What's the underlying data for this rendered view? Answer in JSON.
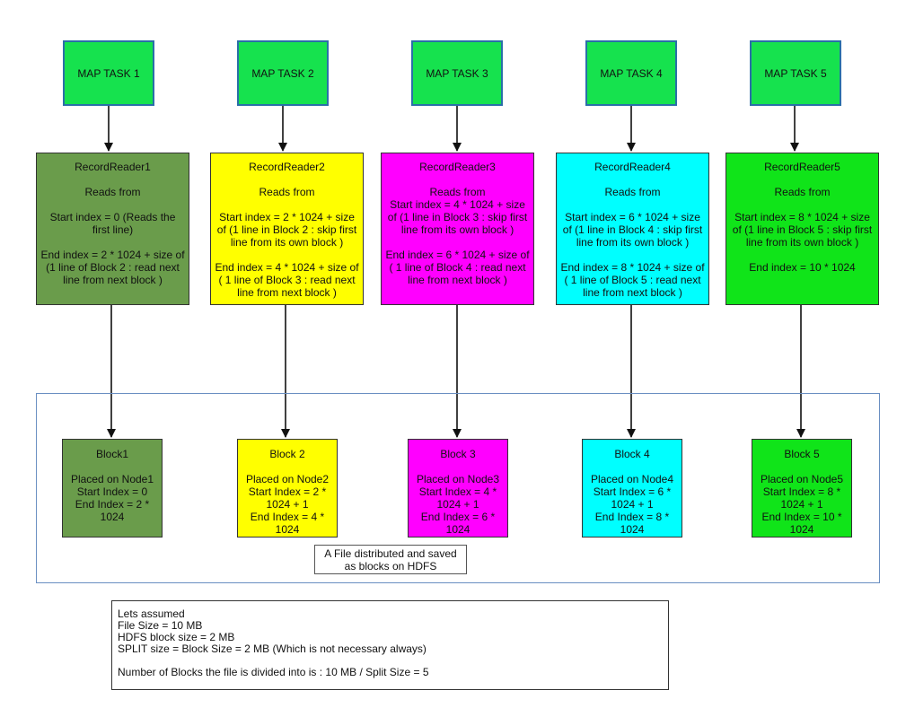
{
  "colors": {
    "map": "#16e24e",
    "col1": "#6a9c4b",
    "col2": "#ffff00",
    "col3": "#ff00ff",
    "col4": "#00ffff",
    "col5": "#10e419",
    "arrow": "#111111"
  },
  "map_tasks": [
    "MAP TASK 1",
    "MAP TASK 2",
    "MAP TASK 3",
    "MAP TASK 4",
    "MAP TASK 5"
  ],
  "record_readers": [
    "RecordReader1\n\nReads from\n\nStart index = 0 (Reads the first line)\n\nEnd index = 2 * 1024 +  size of (1 line of Block 2 : read next line from next block )",
    "RecordReader2\n\nReads from\n\nStart index = 2 * 1024 + size of (1 line in Block 2 : skip first line from its own block )\n\nEnd index = 4 * 1024 + size of ( 1 line of Block 3 : read next line from next block )",
    "RecordReader3\n\nReads from\nStart index = 4 * 1024 + size of (1 line in Block 3 : skip first line from its own block )\n\nEnd index = 6 * 1024 + size of ( 1 line of Block 4  : read next line from next block )",
    "RecordReader4\n\nReads from\n\nStart index = 6 * 1024 + size of (1 line in Block 4 : skip first line from its own block  )\n\nEnd index = 8 * 1024 + size of ( 1 line of Block 5 : read next line from next block  )",
    "RecordReader5\n\nReads from\n\nStart index = 8 * 1024 + size of (1 line in Block 5 : skip first line from its own block  )\n\nEnd index = 10 * 1024"
  ],
  "blocks": [
    "Block1\n\nPlaced on Node1\nStart Index = 0\nEnd Index = 2 * 1024",
    "Block 2\n\nPlaced on Node2\nStart Index = 2 * 1024 + 1\nEnd Index = 4 * 1024",
    "Block 3\n\nPlaced on Node3\nStart Index = 4 * 1024 + 1\nEnd Index = 6 * 1024",
    "Block 4\n\nPlaced on Node4\nStart Index = 6 * 1024 + 1\nEnd Index = 8 * 1024",
    "Block 5\n\nPlaced on Node5\nStart Index = 8 * 1024 + 1\nEnd Index = 10 * 1024"
  ],
  "hdfs_caption": "A File distributed and saved\nas blocks on HDFS",
  "assumptions": "Lets assumed\nFile Size = 10 MB\nHDFS block size = 2 MB\nSPLIT size = Block Size = 2 MB (Which is not necessary always)\n\nNumber of Blocks the file is divided into is : 10 MB / Split Size  = 5"
}
